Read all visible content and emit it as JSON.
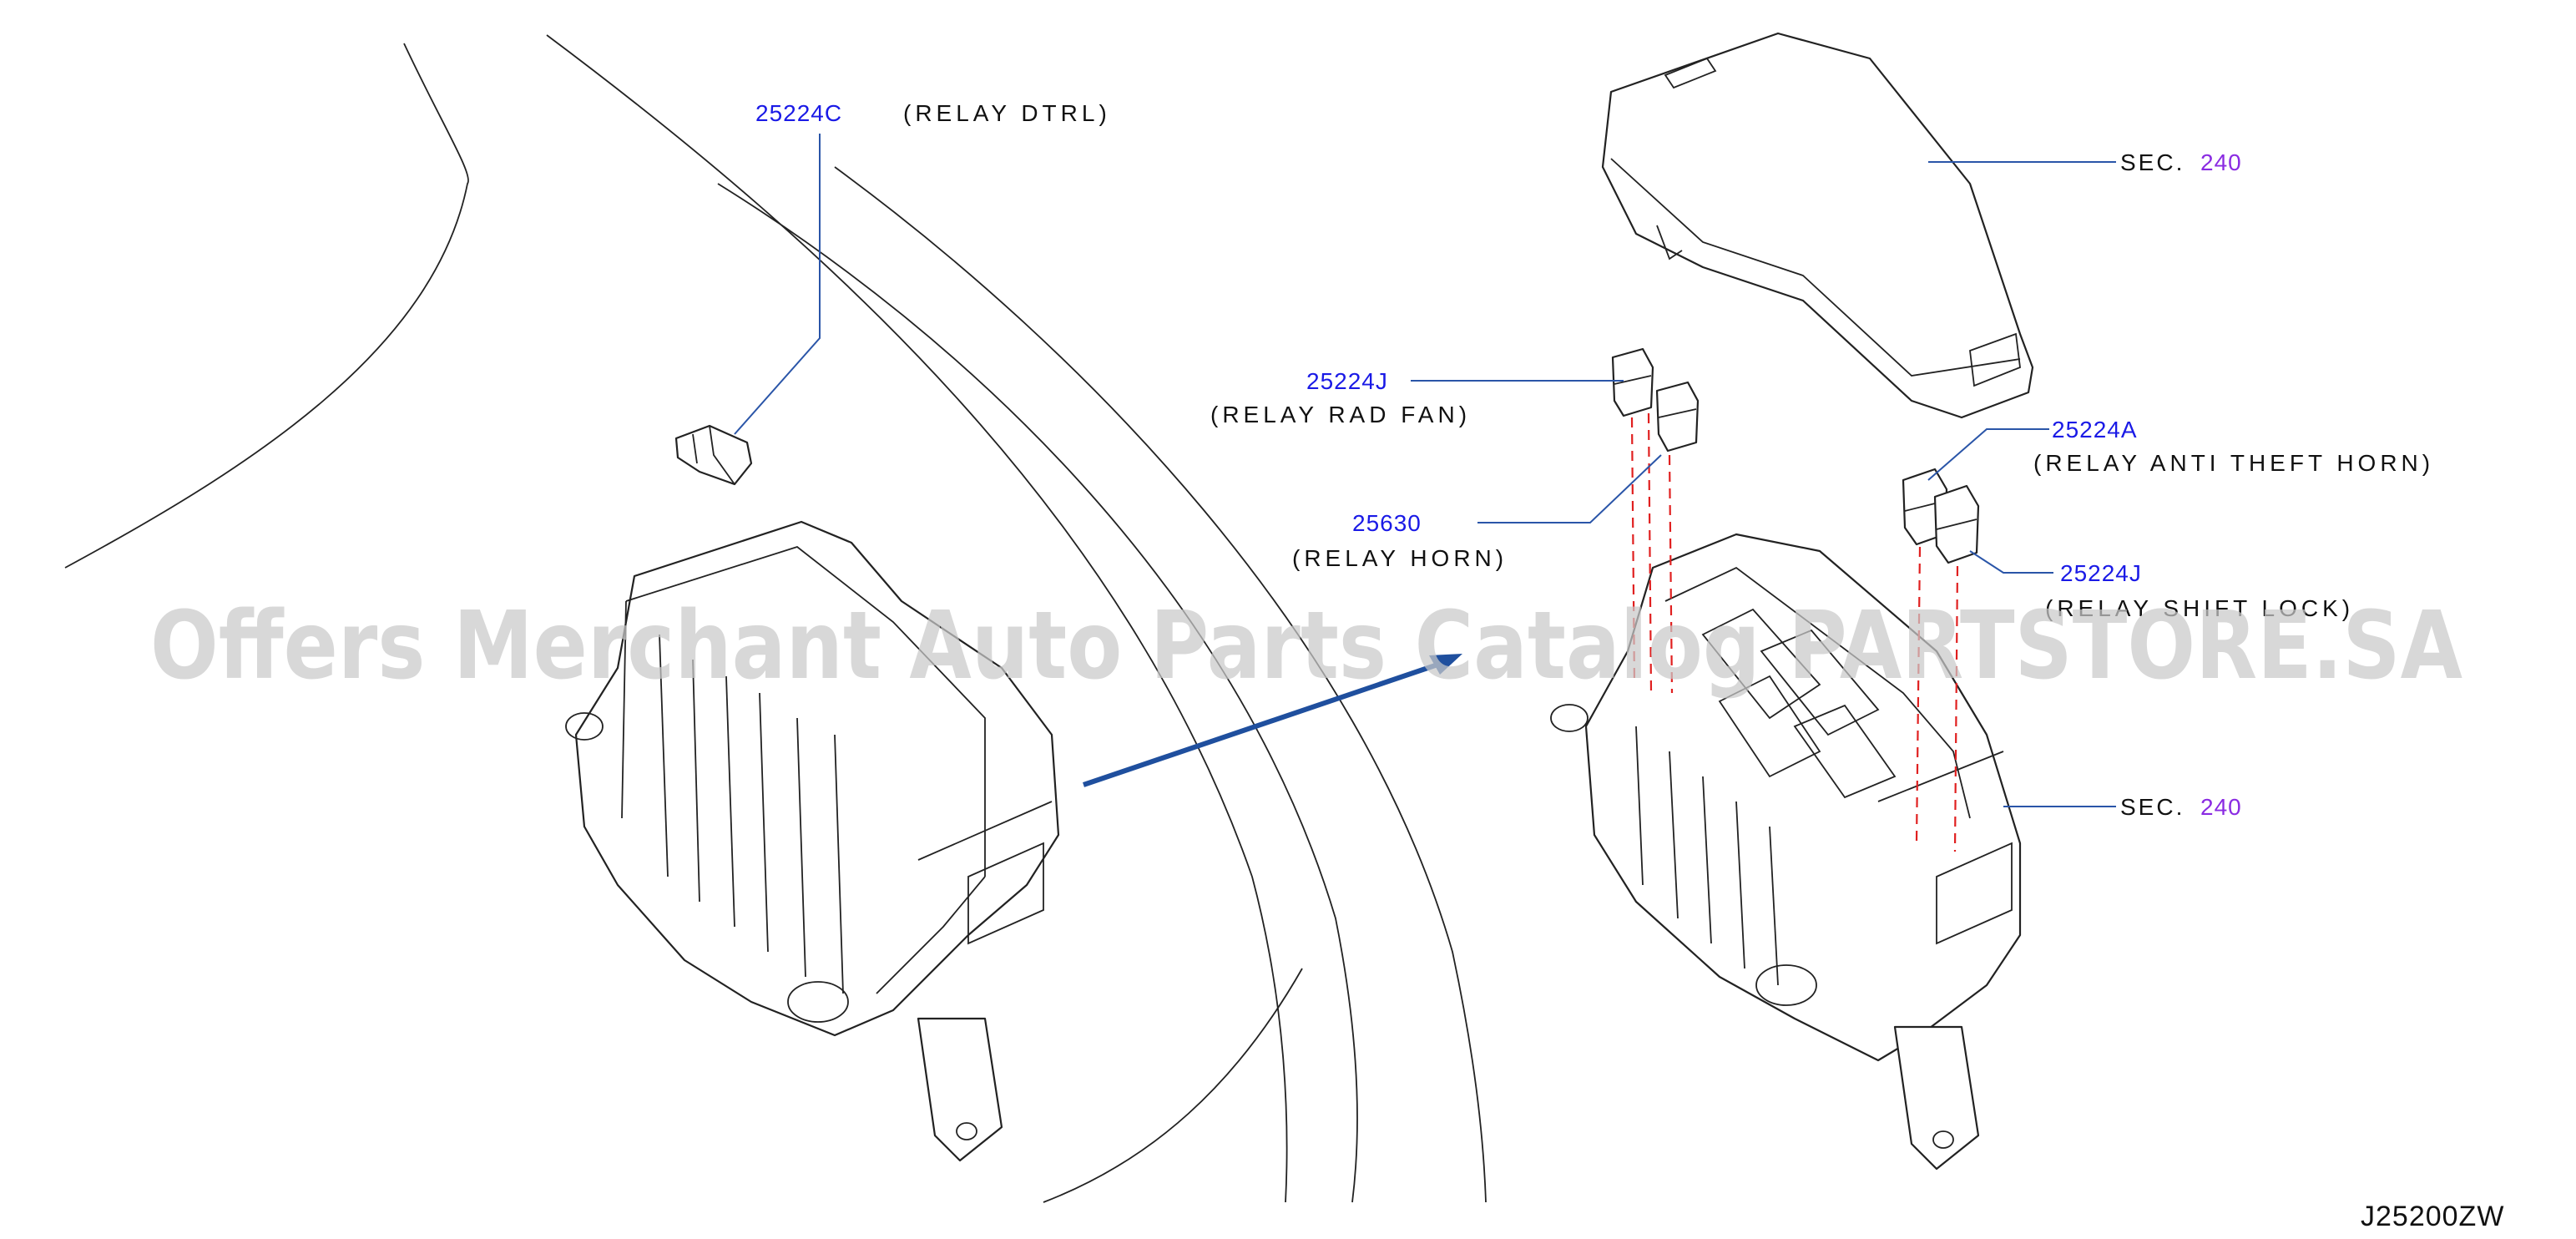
{
  "callouts": {
    "relay_dtrl": {
      "part_no": "25224C",
      "desc": "(RELAY DTRL)"
    },
    "relay_rad_fan": {
      "part_no": "25224J",
      "desc": "(RELAY RAD FAN)"
    },
    "relay_horn": {
      "part_no": "25630",
      "desc": "(RELAY HORN)"
    },
    "relay_anti_theft_horn": {
      "part_no": "25224A",
      "desc": "(RELAY ANTI THEFT HORN)"
    },
    "relay_shift_lock": {
      "part_no": "25224J",
      "desc": "(RELAY SHIFT LOCK)"
    }
  },
  "sections": {
    "cover": {
      "label": "SEC.",
      "number": "240"
    },
    "box": {
      "label": "SEC.",
      "number": "240"
    }
  },
  "watermark": "Offers Merchant Auto Parts Catalog PARTSTORE.SA",
  "diagram_code": "J25200ZW",
  "colors": {
    "part_no": "#1a1ae6",
    "section_no": "#8a2be2",
    "leader": "#2a55a8",
    "arrow": "#1f4f9e",
    "dashed_guide": "#e02020"
  }
}
